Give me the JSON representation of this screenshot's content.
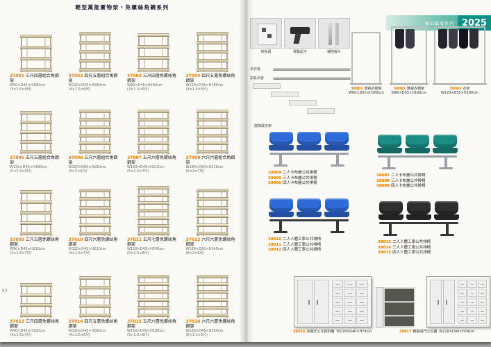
{
  "catalog": {
    "left_page": {
      "header": "輕型萬能置物架・免螺絲角鋼系列",
      "page_number": "57",
      "products": [
        {
          "code": "37001",
          "name": "三尺四層組合角鋼架",
          "spec1": "W90×D45×H180cm",
          "spec2": "(3×1.5×6尺)",
          "shelves": 4,
          "h": 54
        },
        {
          "code": "37002",
          "name": "四尺五層組合角鋼架",
          "spec1": "W120×D45×H180cm",
          "spec2": "(4×1.5×6尺)",
          "shelves": 5,
          "h": 58
        },
        {
          "code": "37003",
          "name": "三尺四層免螺絲角鋼架",
          "spec1": "W90×D45×H180cm",
          "spec2": "(3×1.5×6尺)",
          "shelves": 4,
          "h": 56
        },
        {
          "code": "37004",
          "name": "四尺五層免螺絲角鋼架",
          "spec1": "W120×D45×H180cm",
          "spec2": "(4×1.5×6尺)",
          "shelves": 5,
          "h": 58
        },
        {
          "code": "37005",
          "name": "五尺五層組合角鋼架",
          "spec1": "W150×D45×H180cm",
          "spec2": "(5×1.5×6尺)",
          "shelves": 5,
          "h": 62
        },
        {
          "code": "37006",
          "name": "五尺六層組合角鋼架",
          "spec1": "W150×D60×H180cm",
          "spec2": "(5×2×6尺)",
          "shelves": 6,
          "h": 64
        },
        {
          "code": "37007",
          "name": "五尺六層免螺絲角鋼架",
          "spec1": "W150×D45×H210cm",
          "spec2": "(5×1.5×7尺)",
          "shelves": 6,
          "h": 64
        },
        {
          "code": "37008",
          "name": "六尺六層組合角鋼架",
          "spec1": "W180×D60×H210cm",
          "spec2": "(6×2×7尺)",
          "shelves": 6,
          "h": 64
        },
        {
          "code": "37009",
          "name": "三尺五層免螺絲角鋼架",
          "spec1": "W90×D45×H210cm",
          "spec2": "(3×1.5×7尺)",
          "shelves": 5,
          "h": 66
        },
        {
          "code": "37010",
          "name": "四尺六層免螺絲角鋼架",
          "spec1": "W120×D45×H210cm",
          "spec2": "(4×1.5×7尺)",
          "shelves": 6,
          "h": 68
        },
        {
          "code": "37011",
          "name": "五尺七層免螺絲角鋼架",
          "spec1": "W150×D45×H240cm",
          "spec2": "(5×1.5×8尺)",
          "shelves": 7,
          "h": 72
        },
        {
          "code": "37012",
          "name": "六尺六層免螺絲角鋼架",
          "spec1": "W180×D60×H240cm",
          "spec2": "(6×2×8尺)",
          "shelves": 6,
          "h": 68
        },
        {
          "code": "37013",
          "name": "三尺四層免螺絲角鋼架",
          "spec1": "W90×D45×H120cm",
          "spec2": "(3×1.5×4尺)",
          "shelves": 4,
          "h": 50
        },
        {
          "code": "37014",
          "name": "四尺五層免螺絲角鋼架",
          "spec1": "W120×D45×H180cm",
          "spec2": "(4×1.5×6尺)",
          "shelves": 5,
          "h": 60
        },
        {
          "code": "37015",
          "name": "五尺六層免螺絲角鋼架",
          "spec1": "W150×D45×H180cm",
          "spec2": "(5×1.5×6尺)",
          "shelves": 6,
          "h": 62
        },
        {
          "code": "37016",
          "name": "六尺六層免螺絲角鋼架",
          "spec1": "W180×D45×H180cm",
          "spec2": "(6×1.5×6尺)",
          "shelves": 6,
          "h": 62
        }
      ]
    },
    "right_page": {
      "banner": {
        "subtitle": "辦公區域系列",
        "year": "2025"
      },
      "accessories": [
        {
          "label": "掛板組",
          "glyph": "plate"
        },
        {
          "label": "電動起子",
          "glyph": "drill"
        },
        {
          "label": "補強掛片",
          "glyph": "strips"
        }
      ],
      "pipes": [
        {
          "label": "吊衣管"
        },
        {
          "label": "加長吊管"
        }
      ],
      "step_label": "階梯展示架",
      "racks": [
        {
          "code": "38001",
          "name": "單桿衣帽架",
          "spec": "W60×D55×H168cm"
        },
        {
          "code": "38002",
          "name": "雙桿衣帽架",
          "spec": "W80×D55×H168cm"
        },
        {
          "code": "38003",
          "name": "衣架",
          "spec": "W120×D55×H180cm"
        }
      ],
      "chair_groups": [
        {
          "color": "#2f6bd8",
          "frame": "#9aa0a6",
          "items": [
            {
              "code": "38004",
              "name": "二人卡布麗公共排椅"
            },
            {
              "code": "38005",
              "name": "三人卡布麗公共排椅"
            },
            {
              "code": "38006",
              "name": "四人卡布麗公共排椅"
            }
          ]
        },
        {
          "color": "#1c8c84",
          "frame": "#9aa0a6",
          "items": [
            {
              "code": "38007",
              "name": "二人卡布麗公共排椅"
            },
            {
              "code": "38008",
              "name": "三人卡布麗公共排椅"
            },
            {
              "code": "38009",
              "name": "四人卡布麗公共排椅"
            }
          ]
        },
        {
          "color": "#2f6bd8",
          "frame": "#35363a",
          "items": [
            {
              "code": "38010",
              "name": "二人人體工學公共排椅"
            },
            {
              "code": "38011",
              "name": "三人人體工學公共排椅"
            },
            {
              "code": "38012",
              "name": "四人人體工學公共排椅"
            }
          ]
        },
        {
          "color": "#2e2e30",
          "frame": "#35363a",
          "items": [
            {
              "code": "38013",
              "name": "二人人體工學公共排椅"
            },
            {
              "code": "38014",
              "name": "三人人體工學公共排椅"
            },
            {
              "code": "38015",
              "name": "四人人體工學公共排椅"
            }
          ]
        }
      ],
      "cabinets": [
        {
          "code": "38016",
          "name": "多屜式公文資料櫃",
          "spec": "W118×D40×H74cm"
        },
        {
          "code": "38017",
          "name": "鋼製開門公文櫃",
          "spec": "W118×D40×H74cm"
        }
      ]
    }
  }
}
